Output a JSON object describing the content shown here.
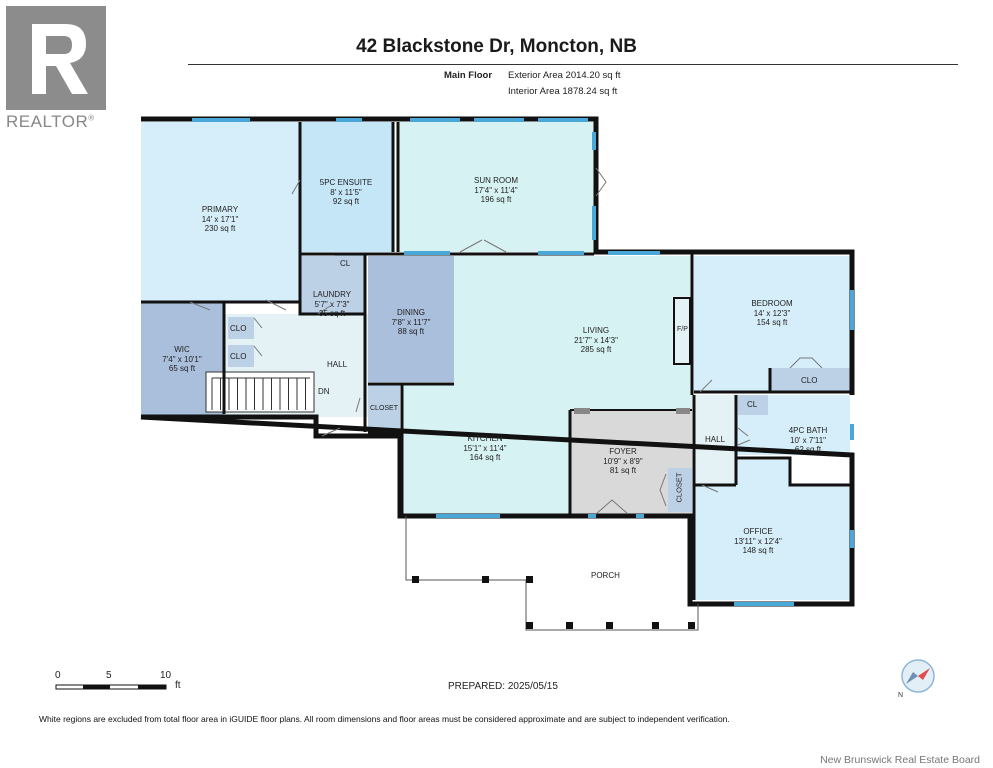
{
  "brand": {
    "logo_letter": "R",
    "logo_word": "REALTOR"
  },
  "header": {
    "title": "42 Blackstone Dr, Moncton, NB",
    "floor": "Main Floor",
    "exterior_area": "Exterior Area 2014.20 sq ft",
    "interior_area": "Interior Area 1878.24 sq ft"
  },
  "rooms": {
    "primary": {
      "name": "PRIMARY",
      "dims": "14' x 17'1\"",
      "area": "230 sq ft"
    },
    "ensuite": {
      "name": "5PC ENSUITE",
      "dims": "8' x 11'5\"",
      "area": "92 sq ft"
    },
    "sunroom": {
      "name": "SUN ROOM",
      "dims": "17'4\" x 11'4\"",
      "area": "196 sq ft"
    },
    "laundry": {
      "name": "LAUNDRY",
      "dims": "5'7\" x 7'3\"",
      "area": "35 sq ft"
    },
    "dining": {
      "name": "DINING",
      "dims": "7'8\" x 11'7\"",
      "area": "88 sq ft"
    },
    "living": {
      "name": "LIVING",
      "dims": "21'7\" x 14'3\"",
      "area": "285 sq ft"
    },
    "bedroom": {
      "name": "BEDROOM",
      "dims": "14' x 12'3\"",
      "area": "154 sq ft"
    },
    "wic": {
      "name": "WIC",
      "dims": "7'4\" x 10'1\"",
      "area": "65 sq ft"
    },
    "kitchen": {
      "name": "KITCHEN",
      "dims": "15'1\" x 11'4\"",
      "area": "164 sq ft"
    },
    "foyer": {
      "name": "FOYER",
      "dims": "10'9\" x 8'9\"",
      "area": "81 sq ft"
    },
    "bath": {
      "name": "4PC BATH",
      "dims": "10' x 7'11\"",
      "area": "62 sq ft"
    },
    "office": {
      "name": "OFFICE",
      "dims": "13'11\" x 12'4\"",
      "area": "148 sq ft"
    }
  },
  "small_labels": {
    "cl": "CL",
    "clo": "CLO",
    "hall": "HALL",
    "dn": "DN",
    "closet": "CLOSET",
    "fp": "F/P",
    "porch": "PORCH"
  },
  "scale": {
    "t0": "0",
    "t5": "5",
    "t10": "10",
    "unit": "ft"
  },
  "footer": {
    "prepared": "PREPARED: 2025/05/15",
    "disclaimer": "White regions are excluded from total floor area in iGUIDE floor plans. All room dimensions and floor areas must be considered approximate and are subject to independent verification.",
    "board": "New Brunswick Real Estate Board"
  },
  "colors": {
    "room_blue": "#d6eef9",
    "sunroom": "#d7f2f2",
    "grey_blue": "#a9bfdc",
    "closet_blue": "#bcd0e6",
    "hall": "#e4f2f6",
    "foyer": "#d9d9d9",
    "wall": "#111111",
    "window": "#4aa8d8"
  }
}
